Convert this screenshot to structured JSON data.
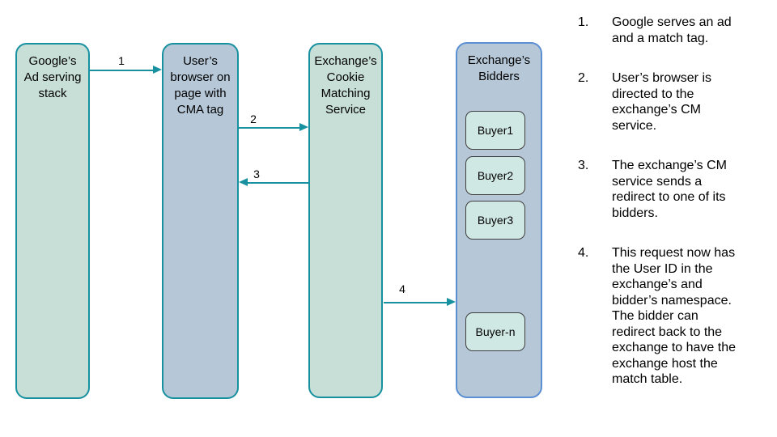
{
  "diagram": {
    "nodes": {
      "google": {
        "label": "Google’s\nAd serving\nstack"
      },
      "browser": {
        "label": "User’s\nbrowser on\npage with\nCMA tag"
      },
      "cm_service": {
        "label": "Exchange’s\nCookie\nMatching\nService"
      },
      "bidders": {
        "label": "Exchange’s\nBidders",
        "buyers": [
          "Buyer1",
          "Buyer2",
          "Buyer3",
          "Buyer-n"
        ]
      }
    },
    "arrows": [
      {
        "label": "1"
      },
      {
        "label": "2"
      },
      {
        "label": "3"
      },
      {
        "label": "4"
      }
    ]
  },
  "steps": [
    {
      "number": "1.",
      "text": "Google serves an ad\nand a match tag."
    },
    {
      "number": "2.",
      "text": "User’s browser is\ndirected to the\nexchange’s CM\nservice."
    },
    {
      "number": "3.",
      "text": "The exchange’s CM\nservice sends a\nredirect to one of its\nbidders."
    },
    {
      "number": "4.",
      "text": "This request now has\nthe User ID in the\nexchange’s and\nbidder’s namespace.\nThe bidder can\nredirect back to the\nexchange to have the\nexchange host the\nmatch table."
    }
  ],
  "colors": {
    "accent_teal": "#17919f",
    "node_green_fill": "#c8dfd8",
    "node_blue_fill": "#b6c8d8",
    "bidders_border_blue": "#5b8fd3",
    "buyer_fill": "#d0e8e4",
    "buyer_border": "#3f3f3f",
    "text": "#000000",
    "background": "#ffffff"
  }
}
